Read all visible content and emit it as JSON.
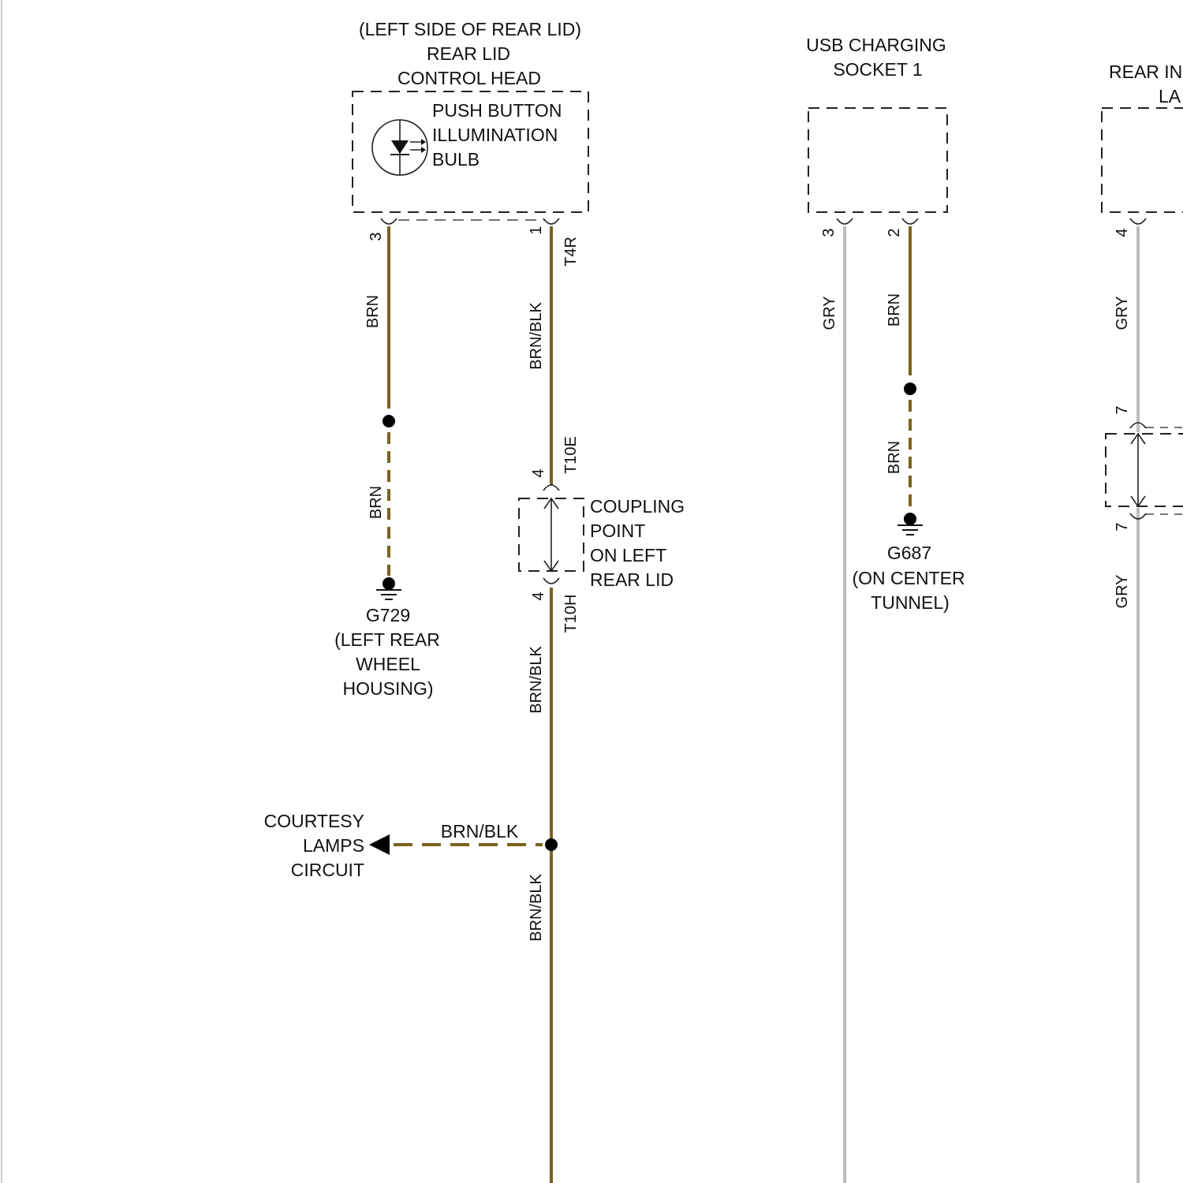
{
  "colors": {
    "brown_wire": "#7a6220",
    "gray_wire": "#bdbdbd",
    "outline": "#222222",
    "background": "#ffffff"
  },
  "components": {
    "rear_lid_control_head": {
      "title_line1": "(LEFT SIDE OF REAR LID)",
      "title_line2": "REAR LID",
      "title_line3": "CONTROL HEAD",
      "bulb_line1": "PUSH BUTTON",
      "bulb_line2": "ILLUMINATION",
      "bulb_line3": "BULB",
      "pin_left": "3",
      "pin_right": "1",
      "connector": "T4R"
    },
    "usb_charging_socket": {
      "title_line1": "USB CHARGING",
      "title_line2": "SOCKET 1",
      "pin_left": "3",
      "pin_right": "2"
    },
    "rear_interior_lamp": {
      "title_line1": "REAR IN",
      "title_line2": "LA",
      "pin_top": "4",
      "coupling_pin_top": "7",
      "coupling_pin_bottom": "7"
    },
    "coupling_point": {
      "line1": "COUPLING",
      "line2": "POINT",
      "line3": "ON LEFT",
      "line4": "REAR LID",
      "pin_top": "4",
      "pin_bottom": "4",
      "connector_top": "T10E",
      "connector_bottom": "T10H"
    }
  },
  "wires": {
    "brn_upper": "BRN",
    "brn_lower": "BRN",
    "brnblk_upper": "BRN/BLK",
    "brnblk_middle": "BRN/BLK",
    "brnblk_branch": "BRN/BLK",
    "brnblk_bottom": "BRN/BLK",
    "usb_gry": "GRY",
    "usb_brn_upper": "BRN",
    "usb_brn_lower": "BRN",
    "lamp_gry_upper": "GRY",
    "lamp_gry_lower": "GRY"
  },
  "grounds": {
    "g729": {
      "id": "G729",
      "line1": "(LEFT REAR",
      "line2": "WHEEL",
      "line3": "HOUSING)"
    },
    "g687": {
      "id": "G687",
      "line1": "(ON CENTER",
      "line2": "TUNNEL)"
    }
  },
  "circuit_ref": {
    "line1": "COURTESY",
    "line2": "LAMPS",
    "line3": "CIRCUIT"
  }
}
